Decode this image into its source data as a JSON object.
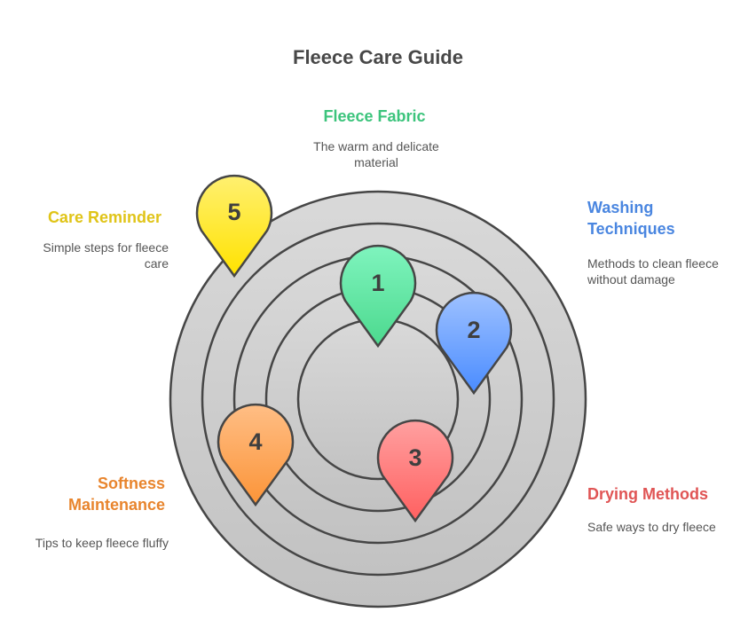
{
  "title": "Fleece Care Guide",
  "colors": {
    "title": "#484848",
    "ring_fill_top": "#d9d9d9",
    "ring_fill_bottom": "#c2c2c2",
    "ring_stroke": "#464646"
  },
  "items": [
    {
      "number": "1",
      "heading": "Fleece Fabric",
      "description": "The warm and delicate material",
      "color": "#3cc47c",
      "pin_top": "#7ff4be",
      "pin_bottom": "#4cd98e"
    },
    {
      "number": "2",
      "heading": "Washing Techniques",
      "description": "Methods to clean fleece without damage",
      "color": "#4a86e0",
      "pin_top": "#9ec1ff",
      "pin_bottom": "#4a8cff"
    },
    {
      "number": "3",
      "heading": "Drying Methods",
      "description": "Safe ways to dry fleece",
      "color": "#e05555",
      "pin_top": "#ffa0a0",
      "pin_bottom": "#ff6060"
    },
    {
      "number": "4",
      "heading": "Softness Maintenance",
      "description": "Tips to keep fleece fluffy",
      "color": "#e8852e",
      "pin_top": "#ffbe85",
      "pin_bottom": "#fb9438"
    },
    {
      "number": "5",
      "heading": "Care Reminder",
      "description": "Simple steps for fleece care",
      "color": "#e0c418",
      "pin_top": "#fff070",
      "pin_bottom": "#ffe200"
    }
  ]
}
